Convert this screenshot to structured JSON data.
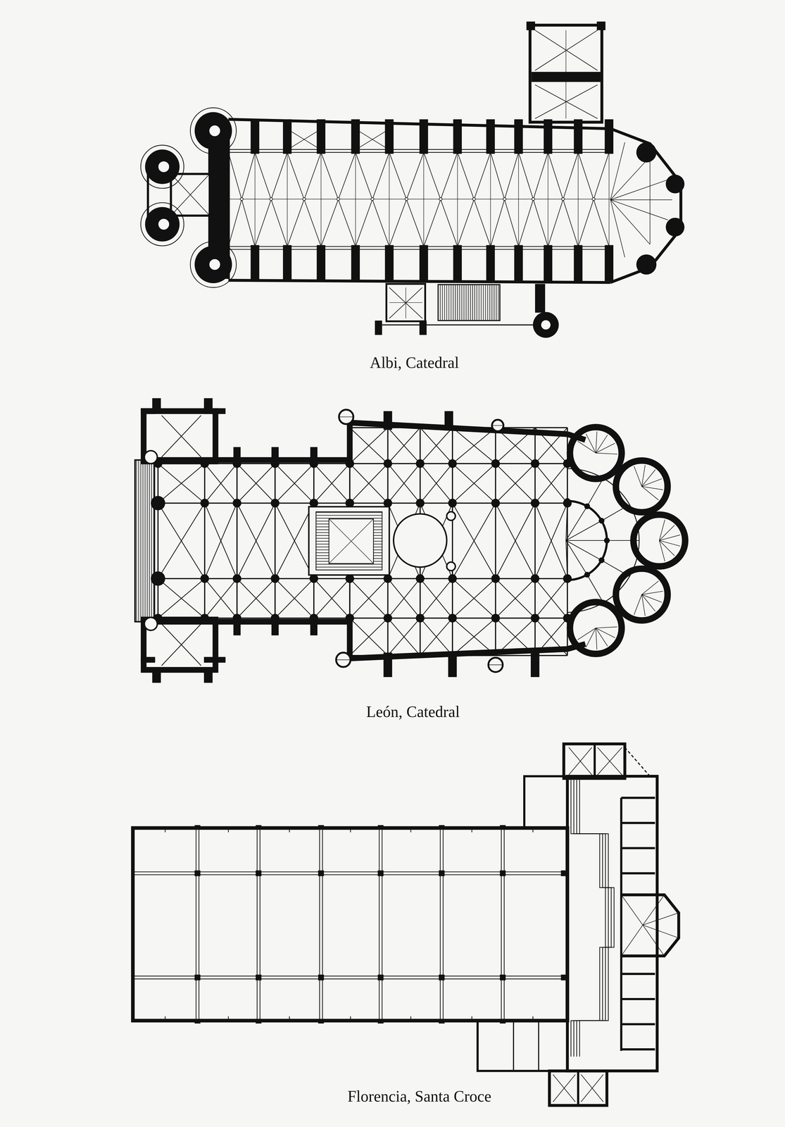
{
  "diagram": {
    "labels": [
      "Albi, Catedral",
      "León, Catedral",
      "Florencia, Santa Croce"
    ]
  }
}
